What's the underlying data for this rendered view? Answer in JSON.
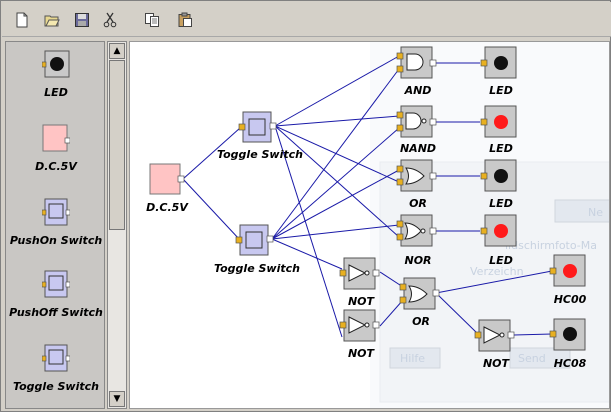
{
  "toolbar": {
    "buttons": [
      "new-icon",
      "open-icon",
      "save-icon",
      "cut-icon",
      "copy-icon",
      "paste-icon"
    ]
  },
  "palette": {
    "items": [
      {
        "label": "LED",
        "icon": "led-icon"
      },
      {
        "label": "D.C.5V",
        "icon": "dc-source-icon"
      },
      {
        "label": "PushOn Switch",
        "icon": "switch-icon"
      },
      {
        "label": "PushOff Switch",
        "icon": "switch-icon"
      },
      {
        "label": "Toggle Switch",
        "icon": "switch-icon"
      }
    ]
  },
  "scrollbar": {
    "up": "▲",
    "down": "▼"
  },
  "circuit": {
    "nodes": [
      {
        "id": "dc",
        "label": "D.C.5V",
        "kind": "source"
      },
      {
        "id": "t1",
        "label": "Toggle Switch",
        "kind": "switch"
      },
      {
        "id": "t2",
        "label": "Toggle Switch",
        "kind": "switch"
      },
      {
        "id": "and",
        "label": "AND",
        "kind": "and"
      },
      {
        "id": "nand",
        "label": "NAND",
        "kind": "nand"
      },
      {
        "id": "or1",
        "label": "OR",
        "kind": "or"
      },
      {
        "id": "nor",
        "label": "NOR",
        "kind": "nor"
      },
      {
        "id": "not1",
        "label": "NOT",
        "kind": "not"
      },
      {
        "id": "not2",
        "label": "NOT",
        "kind": "not"
      },
      {
        "id": "or2",
        "label": "OR",
        "kind": "or"
      },
      {
        "id": "not3",
        "label": "NOT",
        "kind": "not"
      },
      {
        "id": "led1",
        "label": "LED",
        "kind": "led",
        "state": "off"
      },
      {
        "id": "led2",
        "label": "LED",
        "kind": "led",
        "state": "on"
      },
      {
        "id": "led3",
        "label": "LED",
        "kind": "led",
        "state": "off"
      },
      {
        "id": "led4",
        "label": "LED",
        "kind": "led",
        "state": "on"
      },
      {
        "id": "hc00",
        "label": "HC00",
        "kind": "led",
        "state": "on"
      },
      {
        "id": "hc08",
        "label": "HC08",
        "kind": "led",
        "state": "off"
      }
    ]
  },
  "background_window": {
    "texts": [
      "Ne",
      "ildschirmfoto-Ma",
      "Verzeichn",
      "Hilfe",
      "Send"
    ]
  },
  "colors": {
    "wire": "#1a1aa8",
    "led_on": "#ff1a1a",
    "led_off": "#111111",
    "switch_fill": "#c8c8f0",
    "source_fill": "#ffc4c4",
    "gate_fill": "#c9c9c9",
    "pin_in": "#e8b020"
  }
}
